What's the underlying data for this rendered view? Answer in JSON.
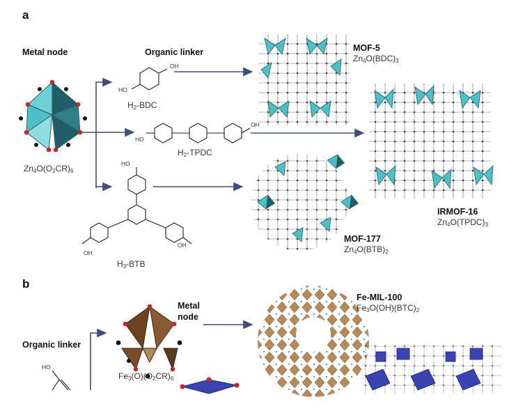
{
  "panel_a": {
    "letter": "a",
    "metal_node_header": "Metal node",
    "organic_linker_header": "Organic linker",
    "node_formula": {
      "main": "Zn",
      "s1": "4",
      "mid": "O(O",
      "s2": "2",
      "end": "CR)",
      "s3": "6"
    },
    "linkers": {
      "bdc": {
        "pre": "H",
        "sub": "2",
        "post": "-BDC"
      },
      "tpdc": {
        "pre": "H",
        "sub": "2",
        "post": "-TPDC"
      },
      "btb": {
        "pre": "H",
        "sub": "3",
        "post": "-BTB"
      }
    },
    "oh_label": "OH",
    "ho_label": "HO",
    "mofs": {
      "mof5": {
        "name": "MOF-5",
        "f_main": "Zn",
        "f_s1": "4",
        "f_mid": "O(BDC)",
        "f_s2": "3"
      },
      "irmof16": {
        "name": "IRMOF-16",
        "f_main": "Zn",
        "f_s1": "4",
        "f_mid": "O(TPDC)",
        "f_s2": "3"
      },
      "mof177": {
        "name": "MOF-177",
        "f_main": "Zn",
        "f_s1": "4",
        "f_mid": "O(BTB)",
        "f_s2": "2"
      }
    }
  },
  "panel_b": {
    "letter": "b",
    "organic_linker_header": "Organic linker",
    "metal_node_line1": "Metal",
    "metal_node_line2": "node",
    "node_formula": {
      "main": "Fe",
      "s1": "3",
      "mid": "(O)(O",
      "s2": "2",
      "end": "CR)",
      "s3": "6"
    },
    "mof": {
      "name": "Fe-MIL-100",
      "f_main": "Fe",
      "f_s1": "3",
      "f_mid": "O(OH)(BTC)",
      "f_s2": "2"
    }
  },
  "colors": {
    "zn_polyhedron": "#4fbfc6",
    "zn_polyhedron_dark": "#1f5e66",
    "fe_polyhedron": "#8a5a35",
    "fe_polyhedron_light": "#b58a5a",
    "blue_polyhedron": "#3a44b0",
    "arrow": "#3e4f7a",
    "oxygen": "#c0282c"
  }
}
